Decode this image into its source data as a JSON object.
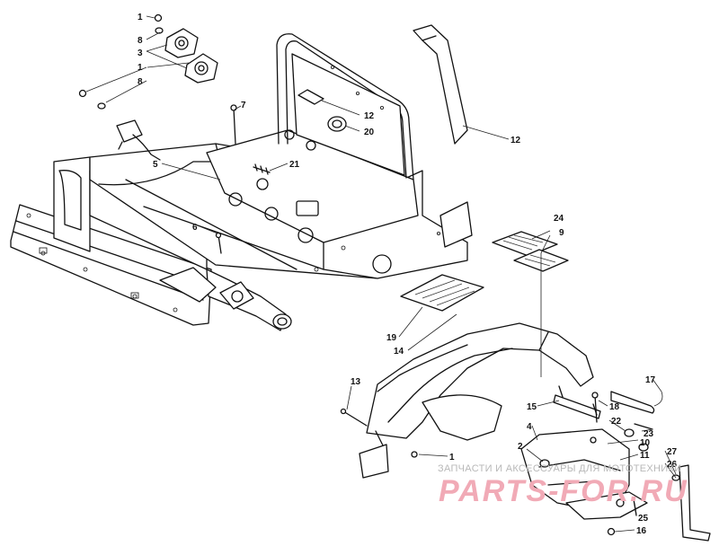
{
  "diagram": {
    "labels": [
      {
        "id": "1a",
        "text": "1"
      },
      {
        "id": "8a",
        "text": "8"
      },
      {
        "id": "3",
        "text": "3"
      },
      {
        "id": "1b",
        "text": "1"
      },
      {
        "id": "8b",
        "text": "8"
      },
      {
        "id": "7",
        "text": "7"
      },
      {
        "id": "5",
        "text": "5"
      },
      {
        "id": "12a",
        "text": "12"
      },
      {
        "id": "20",
        "text": "20"
      },
      {
        "id": "12b",
        "text": "12"
      },
      {
        "id": "21",
        "text": "21"
      },
      {
        "id": "6",
        "text": "6"
      },
      {
        "id": "24",
        "text": "24"
      },
      {
        "id": "9",
        "text": "9"
      },
      {
        "id": "19",
        "text": "19"
      },
      {
        "id": "14",
        "text": "14"
      },
      {
        "id": "13",
        "text": "13"
      },
      {
        "id": "17",
        "text": "17"
      },
      {
        "id": "15",
        "text": "15"
      },
      {
        "id": "18",
        "text": "18"
      },
      {
        "id": "22",
        "text": "22"
      },
      {
        "id": "23",
        "text": "23"
      },
      {
        "id": "4",
        "text": "4"
      },
      {
        "id": "10",
        "text": "10"
      },
      {
        "id": "11",
        "text": "11"
      },
      {
        "id": "2",
        "text": "2"
      },
      {
        "id": "1c",
        "text": "1"
      },
      {
        "id": "27",
        "text": "27"
      },
      {
        "id": "26",
        "text": "26"
      },
      {
        "id": "25",
        "text": "25"
      },
      {
        "id": "16",
        "text": "16"
      }
    ]
  },
  "watermark": {
    "caption": "ЗАПЧАСТИ И АКСЕССУАРЫ ДЛЯ МОТОТЕХНИКИ",
    "logo": "PARTS-FOR.RU",
    "color": "#f1aab6"
  }
}
